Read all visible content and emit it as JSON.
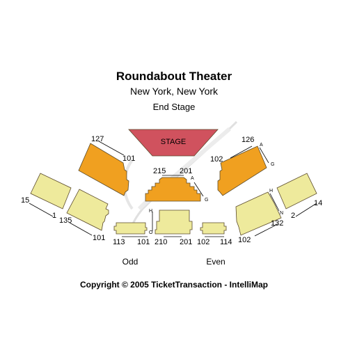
{
  "header": {
    "venue": "Roundabout Theater",
    "city": "New York, New York",
    "configuration": "End Stage"
  },
  "stage": {
    "label": "STAGE"
  },
  "sections": {
    "upper_left": {
      "label_outer": "127",
      "label_inner": "101"
    },
    "upper_right": {
      "label_outer": "126",
      "label_inner": "102",
      "row_top": "A",
      "row_bottom": "G"
    },
    "center_tier": {
      "label_left": "215",
      "label_right": "201",
      "row_top": "A",
      "row_bottom": "G"
    },
    "far_left": {
      "label_outer": "15",
      "label_inner": "1"
    },
    "left_inner": {
      "label_outer": "135",
      "label_inner": "101"
    },
    "far_right": {
      "label_inner": "2",
      "label_outer": "14"
    },
    "right_inner": {
      "label_top": "132",
      "label_bottom": "102",
      "row_top": "H",
      "row_bottom": "N"
    },
    "box_left": {
      "label_left": "113",
      "label_right": "101"
    },
    "box_center": {
      "label_left": "210",
      "label_right": "201",
      "row_top": "H",
      "row_bottom": "O"
    },
    "box_right": {
      "label_left": "102",
      "label_right": "114"
    }
  },
  "aisle_labels": {
    "odd": "Odd",
    "even": "Even"
  },
  "footer": {
    "copyright": "Copyright © 2005 TicketTransaction - IntelliMap"
  },
  "colors": {
    "stage": "#d0525e",
    "orange_section": "#f0a020",
    "yellow_section": "#eeea9c",
    "section_stroke": "#5a4a2a"
  }
}
